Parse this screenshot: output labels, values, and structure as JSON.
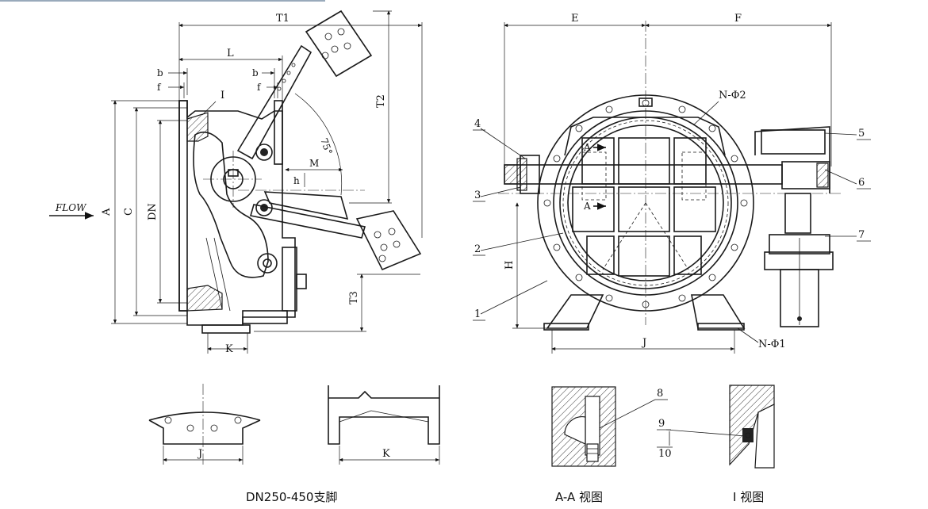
{
  "labels": {
    "T1": "T1",
    "T2": "T2",
    "T3": "T3",
    "L": "L",
    "b_left": "b",
    "b_right": "b",
    "f_left": "f",
    "f_right": "f",
    "I_mark": "I",
    "angle": "75°",
    "M": "M",
    "h": "h",
    "flow": "FLOW",
    "A": "A",
    "C": "C",
    "DN": "DN",
    "K_main": "K",
    "E": "E",
    "F": "F",
    "N_phi2": "N-Φ2",
    "A_top": "A",
    "A_bottom": "A",
    "H": "H",
    "J_main": "J",
    "N_phi1": "N-Φ1",
    "J_foot": "J",
    "K_foot": "K"
  },
  "parts": [
    "1",
    "2",
    "3",
    "4",
    "5",
    "6",
    "7",
    "8",
    "9",
    "10"
  ],
  "captions": {
    "foot": "DN250-450支脚",
    "section_aa": "A-A 视图",
    "detail_i": "I 视图"
  }
}
